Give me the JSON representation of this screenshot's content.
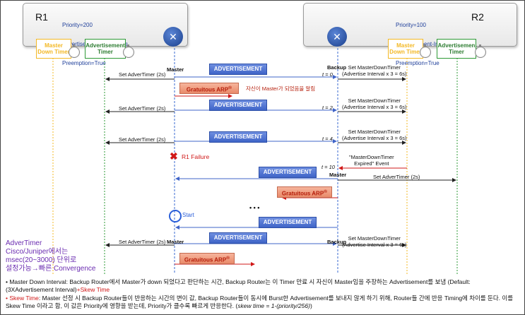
{
  "r1": {
    "name": "R1",
    "info": [
      "Priority=200",
      "Advertisement-Interval=2s",
      "Preemption=True"
    ],
    "master_down_timer": "Master Down Timer",
    "adv_timer": "Advertisement Timer"
  },
  "r2": {
    "name": "R2",
    "info": [
      "Priority=100",
      "Advertisement-Interval=2s",
      "Preemption=True"
    ],
    "master_down_timer": "Master Down Timer",
    "adv_timer": "Advertisemen Timer"
  },
  "icons": {
    "router": "router-icon",
    "stopwatch": "stopwatch-icon",
    "failure": "x-mark-icon"
  },
  "colors": {
    "advertisement": "#3f64c8",
    "gratuitous_arp": "#e98a6a",
    "failure": "#d01818",
    "note": "#6a2bb0"
  },
  "labels": {
    "master": "Master",
    "backup": "Backup",
    "advertisement": "ADVERTISEMENT",
    "garp": "Gratuitous ARP",
    "garp_sup": "®",
    "garp_note": "자신이 Master가 되었음을 알림",
    "set_adver_timer": "Set AdverTimer (2s)",
    "set_md_timer_1": "Set MasterDownTimer",
    "set_md_timer_2": "(Advertise Interval x 3 = 6s)",
    "t0": "t = 0",
    "t2": "t = 2",
    "t4": "t = 4",
    "t10": "t = 10",
    "failure": "R1 Failure",
    "expired_1": "\"MasterDownTimer",
    "expired_2": "Expired\" Event",
    "dots": "• • •",
    "start": "Start"
  },
  "side_note": {
    "title": "AdverTimer",
    "line1": "Cisco/Juniper에서는",
    "line2": "msec(20~3000) 단위로",
    "line3": "설정가능→빠른 Convergence"
  },
  "bottom_note": {
    "mdi_text": "• Master Down Interval: Backup Router에서 Master가 down 되었다고 판단하는 시간, Backup Router는 이 Timer 만료 시 자신이 Master임을 주장하는 Advertisement를 보냄 (Default: (3XAdvertisement Interval)",
    "mdi_plus": "+Skew Time",
    "skew_title": "• Skew Time",
    "skew_text": ": Master 선정 시 Backup Router들이 반응하는 시간의 변이 값, Backup Router들이 동시에 Burst한 Advertisement를 보내지 않게 하기 위해, Router들 간에 반응 Timing에 차이를 둔다. 이를 Skew Time 이라고 함, 이 값은 Priority에 영향을 받는데, Priority가 클수록 빠르게 반응한다. (",
    "skew_formula": "skew time = 1-(priority/256)",
    "skew_end": ")"
  }
}
